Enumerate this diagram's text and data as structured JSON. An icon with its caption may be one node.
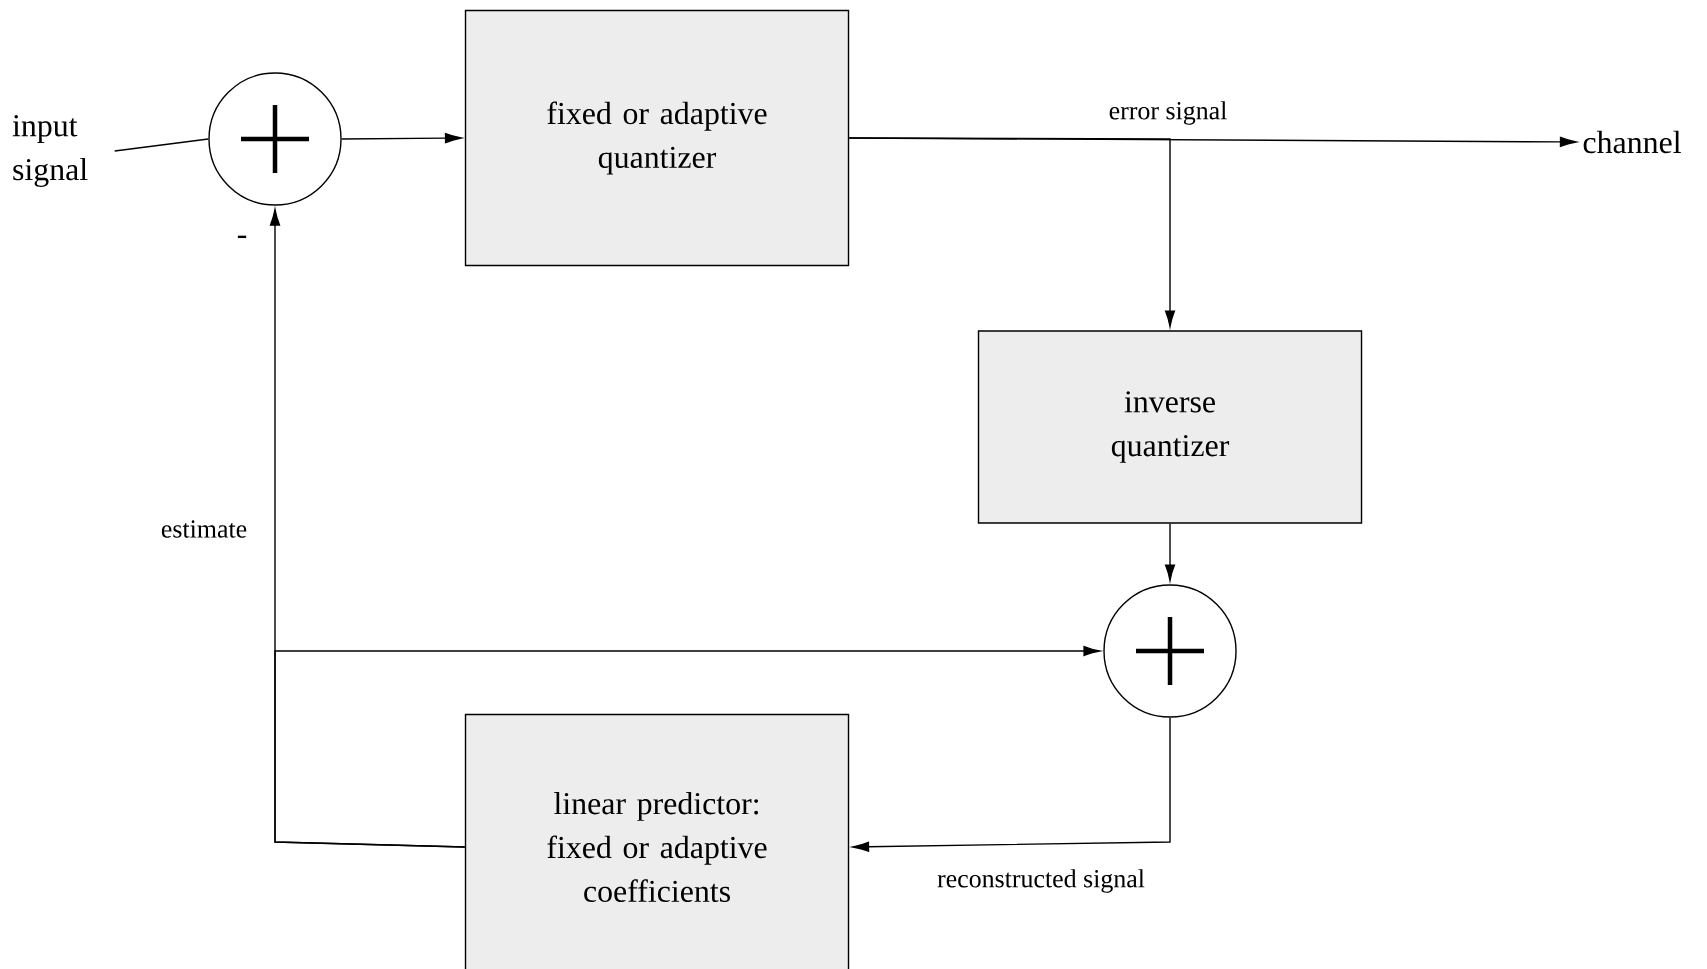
{
  "diagram": {
    "nodes": [
      {
        "text": [
          "input signal"
        ]
      },
      {
        "text": [],
        "shape": "circle",
        "beside": [
          "-"
        ]
      },
      {
        "text": [
          "fixed or adaptive quantizer"
        ]
      },
      {
        "text": [
          "channel"
        ]
      },
      {
        "text": [
          "inverse quantizer"
        ]
      },
      {
        "text": [],
        "shape": "circle"
      },
      {
        "text": [
          "linear predictor: fixed or adaptive coefficients"
        ]
      }
    ],
    "edges": [
      {
        "from": 0,
        "to": 1,
        "arrow": "none"
      },
      {
        "from": 1,
        "to": 2,
        "arrow": "to"
      },
      {
        "from": 2,
        "to": 3,
        "arrow": "to",
        "label": "error signal"
      },
      {
        "from": 2,
        "to": 4,
        "arrow": "to"
      },
      {
        "from": 4,
        "to": 5,
        "arrow": "to"
      },
      {
        "from": 5,
        "to": 6,
        "arrow": "to",
        "label": "reconstructed signal"
      },
      {
        "from": 6,
        "to": 1,
        "arrow": "to",
        "label": "estimate"
      },
      {
        "from": 6,
        "to": 5,
        "arrow": "to"
      }
    ]
  }
}
